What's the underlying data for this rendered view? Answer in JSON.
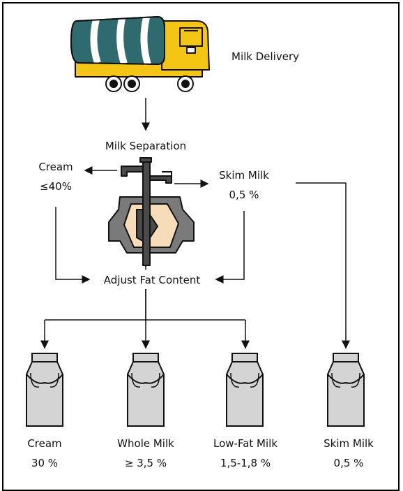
{
  "delivery": {
    "label": "Milk Delivery"
  },
  "separation": {
    "label": "Milk Separation"
  },
  "cream_out": {
    "name": "Cream",
    "value": "≤40%"
  },
  "skim_out": {
    "name": "Skim Milk",
    "value": "0,5 %"
  },
  "adjust": {
    "label": "Adjust Fat Content"
  },
  "products": [
    {
      "name": "Cream",
      "value": "30 %"
    },
    {
      "name": "Whole Milk",
      "value": "≥ 3,5 %"
    },
    {
      "name": "Low-Fat Milk",
      "value": "1,5-1,8 %"
    },
    {
      "name": "Skim Milk",
      "value": "0,5 %"
    }
  ],
  "colors": {
    "truck_cab": "#f4c514",
    "tank": "#2f6b6e",
    "separator_body": "#7a7a7a",
    "separator_inner": "#f6dcb8",
    "can": "#d4d4d4"
  }
}
